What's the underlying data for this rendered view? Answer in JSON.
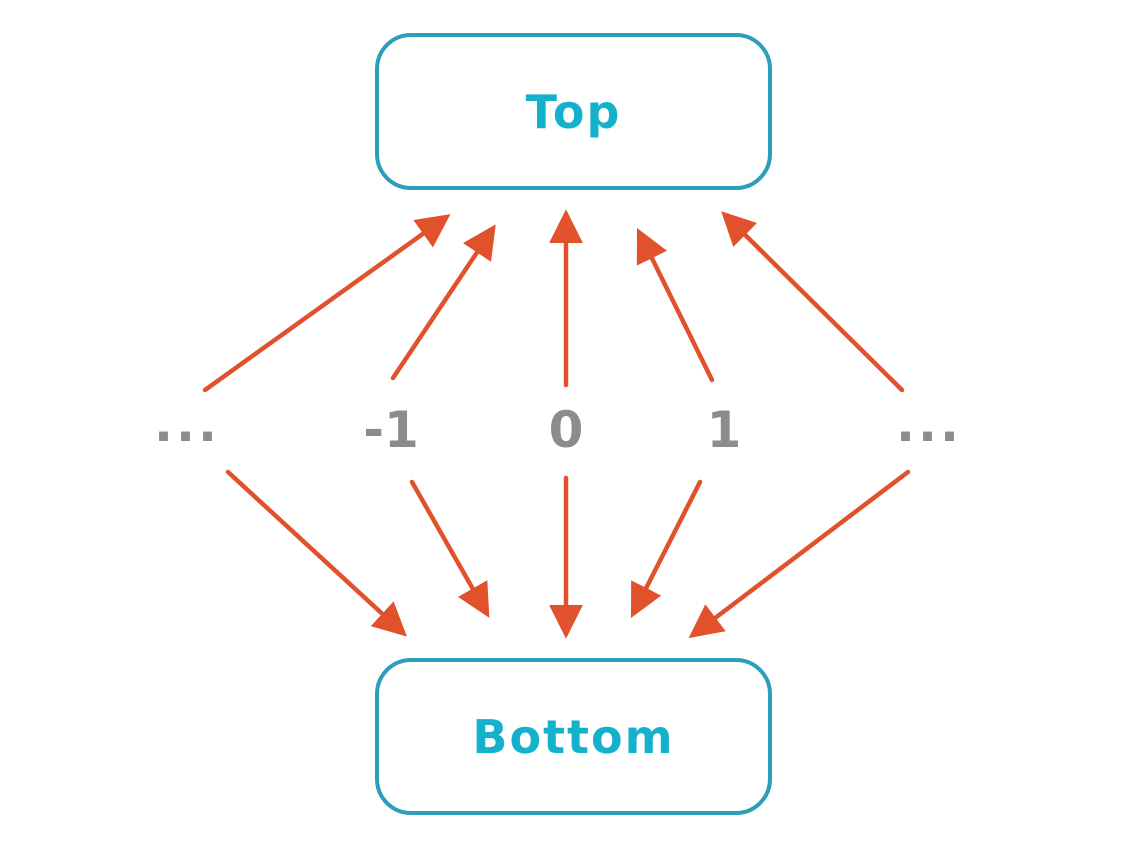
{
  "diagram": {
    "title": "lattice-diagram",
    "top_label": "Top",
    "bottom_label": "Bottom",
    "middle_nodes": [
      "...",
      "-1",
      "0",
      "1",
      "..."
    ],
    "edges": [
      {
        "from": "ellipsis-left",
        "to": "top"
      },
      {
        "from": "-1",
        "to": "top"
      },
      {
        "from": "0",
        "to": "top"
      },
      {
        "from": "1",
        "to": "top"
      },
      {
        "from": "ellipsis-right",
        "to": "top"
      },
      {
        "from": "ellipsis-left",
        "to": "bottom"
      },
      {
        "from": "-1",
        "to": "bottom"
      },
      {
        "from": "0",
        "to": "bottom"
      },
      {
        "from": "1",
        "to": "bottom"
      },
      {
        "from": "ellipsis-right",
        "to": "bottom"
      }
    ]
  },
  "colors": {
    "box_border": "#2d9dbd",
    "box_text": "#14b1cd",
    "node_text": "#8c8c8c",
    "arrow": "#e0512c"
  }
}
